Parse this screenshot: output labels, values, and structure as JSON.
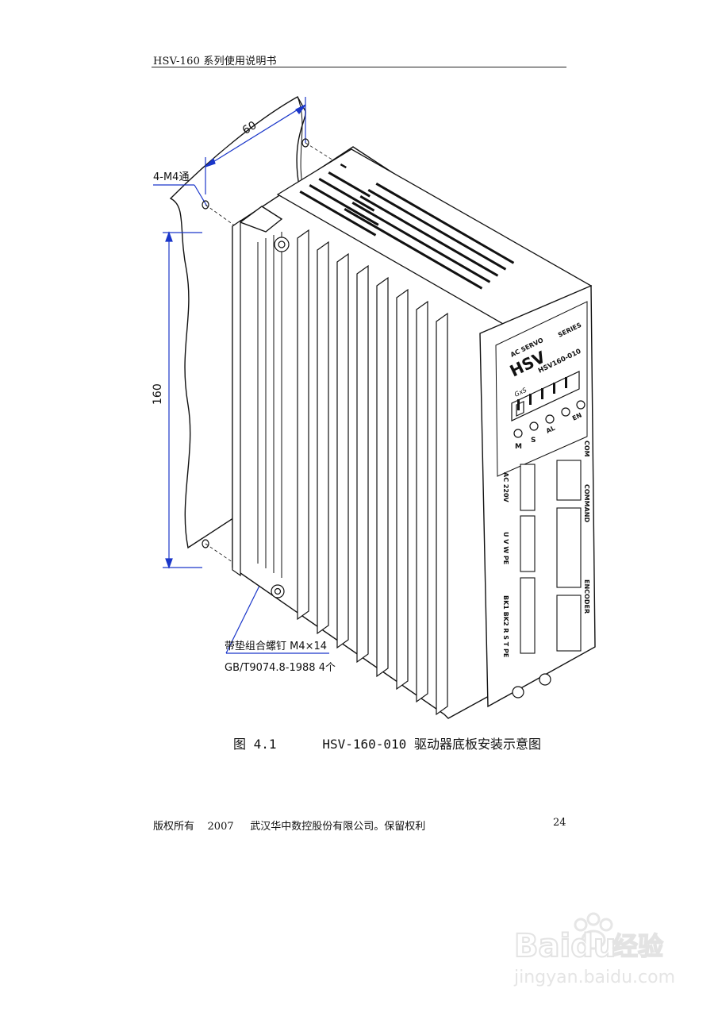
{
  "header": {
    "title": "HSV-160 系列使用说明书"
  },
  "figure": {
    "dim_width": "60",
    "dim_height": "160",
    "hole_label": "4-M4通",
    "screw_label_line1": "带垫组合螺钉 M4×14",
    "screw_label_line2": "GB/T9074.8-1988 4个",
    "panel": {
      "ac_servo": "AC SERVO",
      "series": "SERIES",
      "brand": "HSV",
      "model": "HSV160-010",
      "logo": "GxS",
      "btn_m": "M",
      "btn_s": "S",
      "led_al": "AL",
      "led_en": "EN",
      "port_com": "COM",
      "port_command": "COMMAND",
      "port_encoder": "ENCODER",
      "term_ac": "AC 220V",
      "term_uvw": "U V W PE",
      "term_bk": "BK1 BK2 R S T PE"
    },
    "colors": {
      "dimension": "#1a36c9",
      "line": "#111111"
    }
  },
  "caption": {
    "label": "图 4.1",
    "text": "HSV-160-010 驱动器底板安装示意图"
  },
  "footer": {
    "copyright": "版权所有    2007     武汉华中数控股份有限公司。保留权利",
    "page_number": "24"
  },
  "watermark": {
    "brand": "Baidu",
    "service": "经验",
    "url": "jingyan.baidu.com"
  }
}
